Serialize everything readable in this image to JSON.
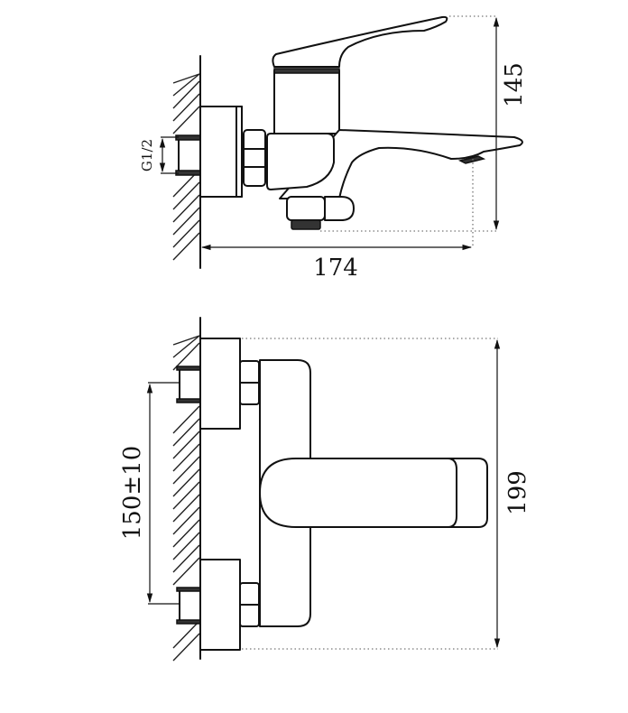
{
  "drawing": {
    "side_view": {
      "thread_label": "G1/2",
      "length_label": "174",
      "height_label": "145"
    },
    "front_view": {
      "spacing_label": "150±10",
      "height_label": "199"
    }
  },
  "colors": {
    "line": "#111111",
    "background": "#ffffff",
    "dotted_extension": "#777777"
  }
}
